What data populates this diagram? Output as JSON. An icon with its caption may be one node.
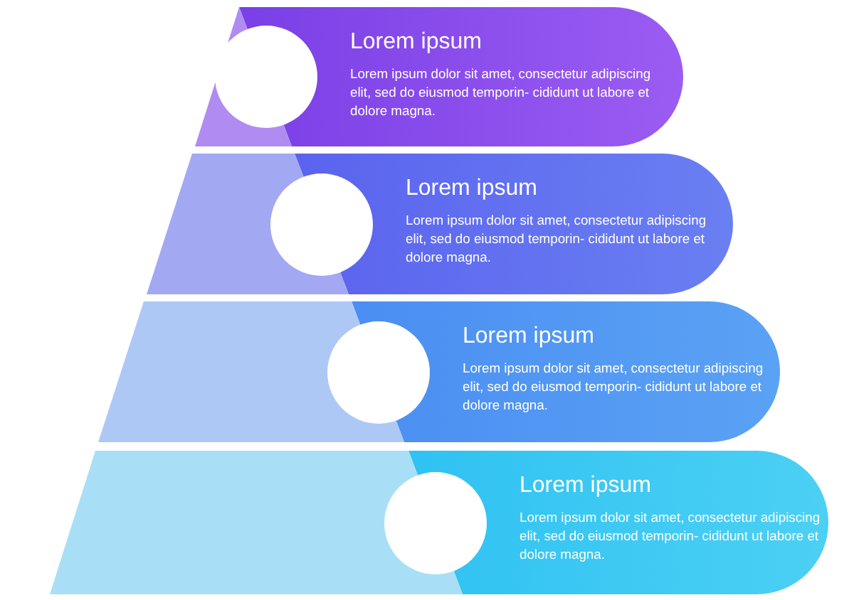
{
  "diagram": {
    "nodes": [
      {
        "text": [
          "Lorem ipsum",
          "Lorem ipsum dolor sit amet, consectetur adipiscing elit, sed do eiusmod temporin- cididunt ut labore et dolore magna."
        ]
      },
      {
        "text": [
          "Lorem ipsum",
          "Lorem ipsum dolor sit amet, consectetur adipiscing elit, sed do eiusmod temporin- cididunt ut labore et dolore magna."
        ]
      },
      {
        "text": [
          "Lorem ipsum",
          "Lorem ipsum dolor sit amet, consectetur adipiscing elit, sed do eiusmod temporin- cididunt ut labore et dolore magna."
        ]
      },
      {
        "text": [
          "Lorem ipsum",
          "Lorem ipsum dolor sit amet, consectetur adipiscing elit, sed do eiusmod temporin- cididunt ut labore et dolore magna."
        ]
      },
      {
        "text": [],
        "shape": "triangle"
      },
      {
        "text": [],
        "shape": "trapezoid"
      },
      {
        "text": [],
        "shape": "trapezoid"
      },
      {
        "text": [],
        "shape": "trapezoid"
      },
      {
        "text": [],
        "shape": "circle"
      },
      {
        "text": [],
        "shape": "circle"
      },
      {
        "text": [],
        "shape": "circle"
      },
      {
        "text": [],
        "shape": "circle"
      }
    ],
    "edges": []
  }
}
